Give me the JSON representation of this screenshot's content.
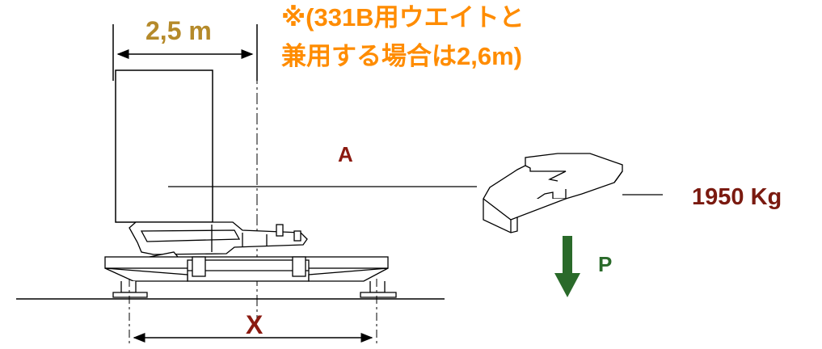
{
  "labels": {
    "top_dimension": "2,5 m",
    "note_line1": "※(331B用ウエイトと",
    "note_line2": "兼用する場合は2,6m)",
    "arm_label": "A",
    "force_label": "P",
    "span_label": "X",
    "weight_label": "1950 Kg"
  },
  "colors": {
    "dimension_text": "#b58a2a",
    "note_text": "#ff8c00",
    "label_text": "#8b1a10",
    "arrow": "#2a6a2a",
    "line": "#000000"
  },
  "icons": {
    "force_arrow": "arrow-down-icon"
  }
}
